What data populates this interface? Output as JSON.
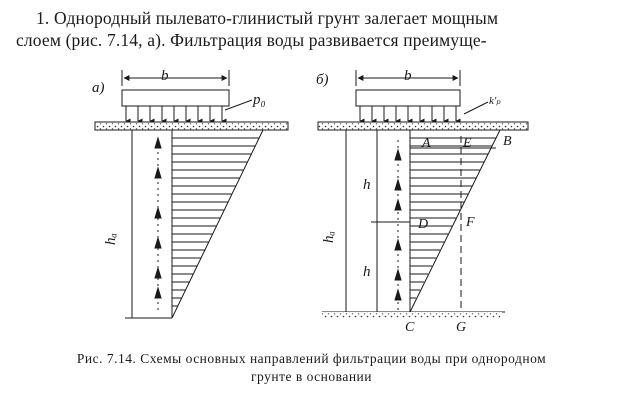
{
  "paragraph": {
    "line1": "1. Однородный пылевато-глинистый грунт залегает мощным",
    "line2": "слоем (рис. 7.14, а). Фильтрация воды развивается преимуще-"
  },
  "figure_a": {
    "panel_label": "а)",
    "width_label": "b",
    "load_label": "p₀",
    "height_label": "hₐ"
  },
  "figure_b": {
    "panel_label": "б)",
    "width_label": "b",
    "load_label": "k'ₚ",
    "height_label": "hₐ",
    "half_height_upper": "h",
    "half_height_lower": "h",
    "point_a": "A",
    "point_e": "E",
    "point_b": "B",
    "point_d": "D",
    "point_f": "F",
    "point_c": "C",
    "point_g": "G"
  },
  "caption": {
    "line1": "Рис. 7.14. Схемы основных направлений фильтрации воды при однородном",
    "line2": "грунте в основании"
  }
}
